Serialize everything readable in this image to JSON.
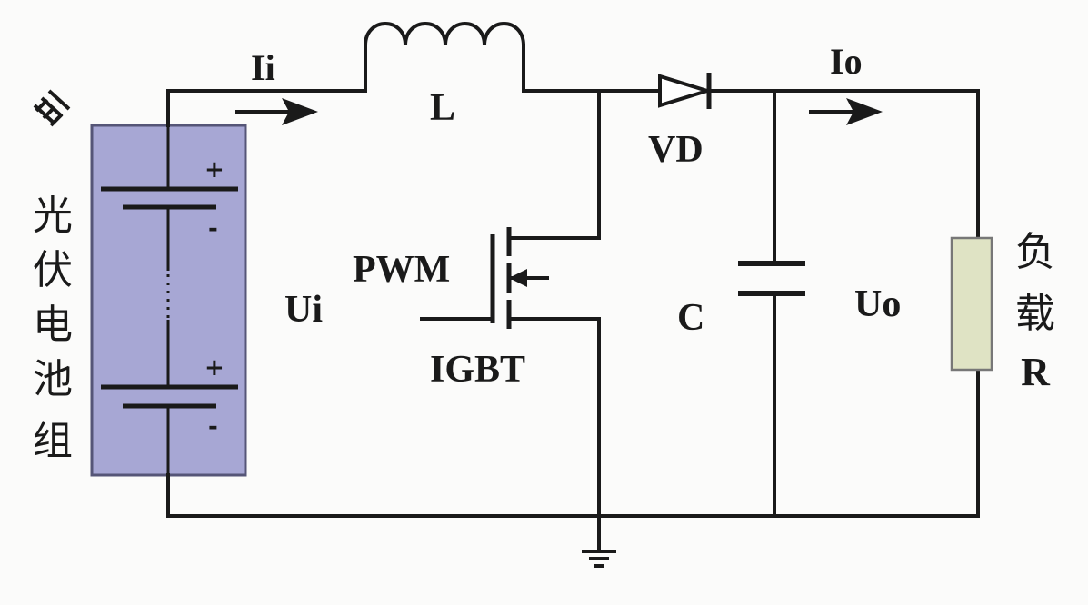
{
  "labels": {
    "Ii": "Ii",
    "L": "L",
    "VD": "VD",
    "Io": "Io",
    "PWM": "PWM",
    "IGBT": "IGBT",
    "Ui": "Ui",
    "C": "C",
    "Uo": "Uo",
    "R": "R"
  },
  "pv_label": [
    "光",
    "伏",
    "电",
    "池",
    "组"
  ],
  "load_label": [
    "负",
    "载"
  ],
  "battery_signs": {
    "plus": "+",
    "minus": "-"
  },
  "colors": {
    "wire": "#1a1a1a",
    "pv_panel_fill": "#a7a7d4",
    "pv_panel_stroke": "#555577",
    "resistor_fill": "#dfe3c4",
    "resistor_stroke": "#777777"
  },
  "icons": {
    "sunlight": "sunlight-rays-icon",
    "ground": "ground-icon"
  }
}
